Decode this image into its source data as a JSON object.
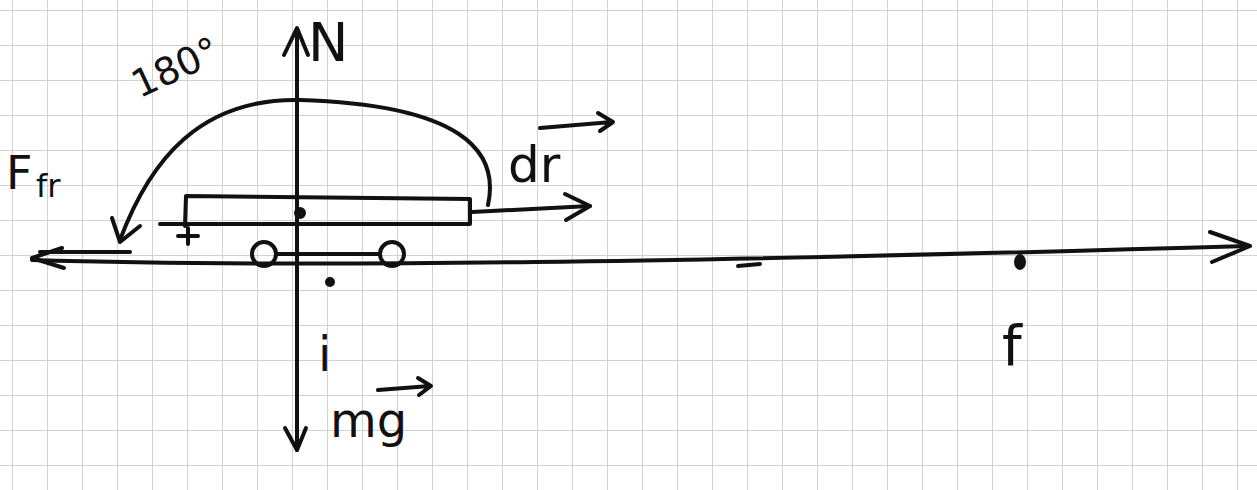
{
  "diagram": {
    "labels": [
      "N",
      "180°",
      "dr",
      "F",
      "fr",
      "i",
      "mg",
      "f"
    ]
  }
}
